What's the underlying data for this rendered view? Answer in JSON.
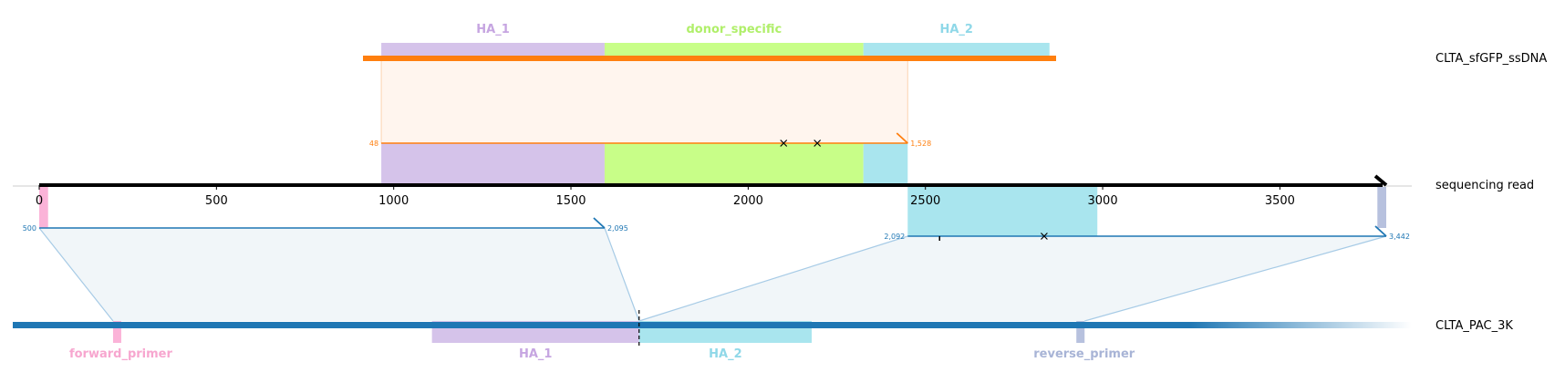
{
  "colors": {
    "donor": "#ff7f0e",
    "target": "#1f77b4",
    "read": "#000000",
    "HA_1": "#d5c3ea",
    "HA_1_label": "#c6a5e1",
    "HA_2": "#a9e5ee",
    "HA_2_label": "#8fd8e8",
    "donor_specific": "#c8fe88",
    "donor_specific_label": "#b0ef6a",
    "forward_primer": "#fbb3d8",
    "forward_primer_label": "#f7a6cf",
    "reverse_primer": "#b7c1de",
    "reverse_primer_label": "#a8b4d6",
    "donor_fill": "#fff5ee",
    "target_fill": "#f1f6f9"
  },
  "tracks": {
    "donor": {
      "name": "CLTA_sfGFP_ssDNA"
    },
    "read": {
      "name": "sequencing read"
    },
    "target": {
      "name": "CLTA_PAC_3K"
    }
  },
  "read_axis": {
    "length": 3800,
    "ticks": [
      {
        "value": 0,
        "label": "0"
      },
      {
        "value": 500,
        "label": "500"
      },
      {
        "value": 1000,
        "label": "1000"
      },
      {
        "value": 1500,
        "label": "1500"
      },
      {
        "value": 2000,
        "label": "2000"
      },
      {
        "value": 2500,
        "label": "2500"
      },
      {
        "value": 3000,
        "label": "3000"
      },
      {
        "value": 3500,
        "label": "3500"
      }
    ]
  },
  "read_features": [
    {
      "name": "forward_primer",
      "start": 0,
      "end": 25,
      "color": "forward_primer",
      "side": "below"
    },
    {
      "name": "HA_1",
      "start": 965,
      "end": 1595,
      "color": "HA_1",
      "side": "above"
    },
    {
      "name": "donor_specific",
      "start": 1595,
      "end": 2325,
      "color": "donor_specific",
      "side": "above"
    },
    {
      "name": "HA_2",
      "start": 2325,
      "end": 2450,
      "color": "HA_2",
      "side": "above"
    },
    {
      "name": "HA_2",
      "start": 2450,
      "end": 2985,
      "color": "HA_2",
      "side": "below"
    },
    {
      "name": "reverse_primer",
      "start": 3775,
      "end": 3800,
      "color": "reverse_primer",
      "side": "below"
    }
  ],
  "donor_features": [
    {
      "name": "HA_1",
      "start": 965,
      "end": 1595,
      "color": "HA_1",
      "label": "HA_1"
    },
    {
      "name": "donor_specific",
      "start": 1595,
      "end": 2325,
      "color": "donor_specific",
      "label": "donor_specific"
    },
    {
      "name": "HA_2",
      "start": 2325,
      "end": 2850,
      "color": "HA_2",
      "label": "HA_2"
    }
  ],
  "target_features": [
    {
      "name": "forward_primer",
      "start": 305,
      "end": 330,
      "color": "forward_primer",
      "label": "forward_primer"
    },
    {
      "name": "HA_1",
      "start": 1275,
      "end": 1905,
      "color": "HA_1",
      "label": "HA_1"
    },
    {
      "name": "HA_2",
      "start": 1905,
      "end": 2430,
      "color": "HA_2",
      "label": "HA_2"
    },
    {
      "name": "reverse_primer",
      "start": 3235,
      "end": 3260,
      "color": "reverse_primer",
      "label": "reverse_primer"
    }
  ],
  "donor_alignment": {
    "read_start": 965,
    "read_end": 2450,
    "donor_start_label": "48",
    "donor_end_label": "1,528",
    "mismatches": [
      2100,
      2195
    ]
  },
  "target_alignments": [
    {
      "read_start": 0,
      "read_end": 1595,
      "target_start": 305,
      "target_end": 1905,
      "start_label": "500",
      "end_label": "2,095",
      "mismatches": []
    },
    {
      "read_start": 2450,
      "read_end": 3800,
      "target_start": 1905,
      "target_end": 3260,
      "start_label": "2,092",
      "end_label": "3,442",
      "mismatches": [
        2835
      ],
      "insertions": [
        2540
      ]
    }
  ],
  "target_cut_site": 1905
}
